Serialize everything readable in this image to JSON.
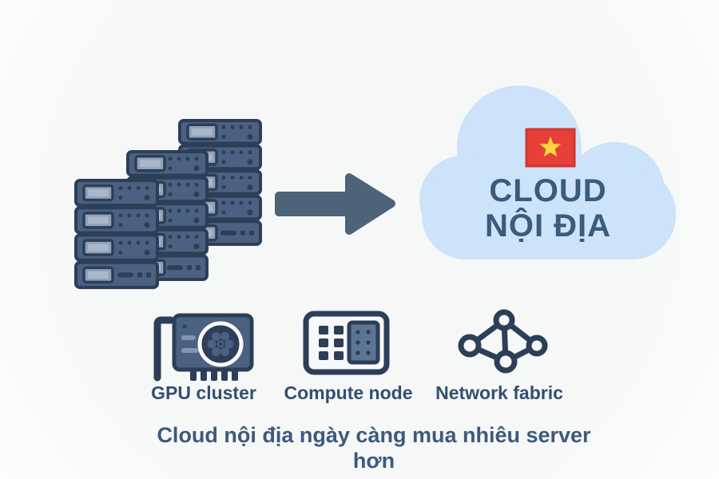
{
  "cloud": {
    "line1": "CLOUD",
    "line2": "NỘI ĐỊA",
    "flag_name": "vietnam-flag"
  },
  "legend": {
    "items": [
      {
        "icon": "gpu-card-icon",
        "label": "GPU cluster"
      },
      {
        "icon": "compute-node-icon",
        "label": "Compute node"
      },
      {
        "icon": "network-fabric-icon",
        "label": "Network fabric"
      }
    ]
  },
  "caption": "Cloud nội địa ngày càng mua nhiêu server hơn",
  "illustration_icons": [
    "server-rack-stack-icon",
    "right-arrow-icon",
    "cloud-icon",
    "vietnam-flag-icon"
  ],
  "colors": {
    "bg": "#f6f7f7",
    "dark": "#2c3e58",
    "body": "#4b6181",
    "pill": "#91a1ba",
    "pillInner": "#aab7cb",
    "light": "#8095b0",
    "module": "#5d7493",
    "white": "#f7f8f9",
    "arrow": "#4c6378",
    "cloud": "#cce3f9",
    "flagRed": "#e74039",
    "flagBorder": "#d53430",
    "star": "#ffd93b",
    "navy": "#3c5a7c",
    "label": "#334e70"
  }
}
